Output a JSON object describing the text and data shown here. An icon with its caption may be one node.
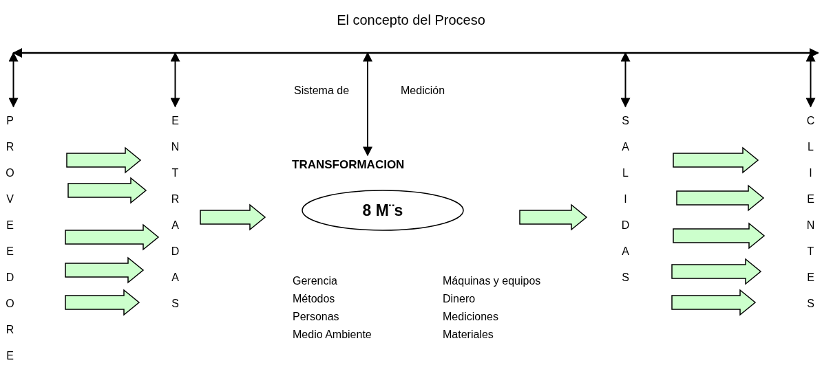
{
  "diagram": {
    "title": "El concepto del Proceso",
    "nodes": [
      {
        "text": [
          "PROVEEDORE"
        ]
      },
      {
        "text": [
          "ENTRADAS"
        ]
      },
      {
        "text": [
          "TRANSFORMACION"
        ]
      },
      {
        "text": [
          "8 M¨s"
        ]
      },
      {
        "text": [
          "SALIDAS"
        ]
      },
      {
        "text": [
          "CLIENTES"
        ]
      },
      {
        "text": [],
        "shape": "bar"
      }
    ],
    "edges": [
      {
        "from": 6,
        "to": 0,
        "arrow": "both"
      },
      {
        "from": 6,
        "to": 1,
        "arrow": "both"
      },
      {
        "from": 6,
        "to": 2,
        "arrow": "both"
      },
      {
        "from": 6,
        "to": 4,
        "arrow": "both"
      },
      {
        "from": 6,
        "to": 5,
        "arrow": "both"
      },
      {
        "from": 0,
        "to": 1,
        "arrow": "to",
        "style": "thick"
      },
      {
        "from": 0,
        "to": 1,
        "arrow": "to",
        "style": "thick"
      },
      {
        "from": 0,
        "to": 1,
        "arrow": "to",
        "style": "thick"
      },
      {
        "from": 0,
        "to": 1,
        "arrow": "to",
        "style": "thick"
      },
      {
        "from": 0,
        "to": 1,
        "arrow": "to",
        "style": "thick"
      },
      {
        "from": 1,
        "to": 3,
        "arrow": "to",
        "style": "thick"
      },
      {
        "from": 3,
        "to": 4,
        "arrow": "to",
        "style": "thick"
      },
      {
        "from": 4,
        "to": 5,
        "arrow": "to",
        "style": "thick"
      },
      {
        "from": 4,
        "to": 5,
        "arrow": "to",
        "style": "thick"
      },
      {
        "from": 4,
        "to": 5,
        "arrow": "to",
        "style": "thick"
      },
      {
        "from": 4,
        "to": 5,
        "arrow": "to",
        "style": "thick"
      },
      {
        "from": 4,
        "to": 5,
        "arrow": "to",
        "style": "thick"
      }
    ],
    "labels": [
      "Sistema de",
      "Medición",
      "Gerencia",
      "Máquinas y equipos",
      "Métodos",
      "Dinero",
      "Personas",
      "Mediciones",
      "Medio Ambiente",
      "Materiales"
    ]
  }
}
